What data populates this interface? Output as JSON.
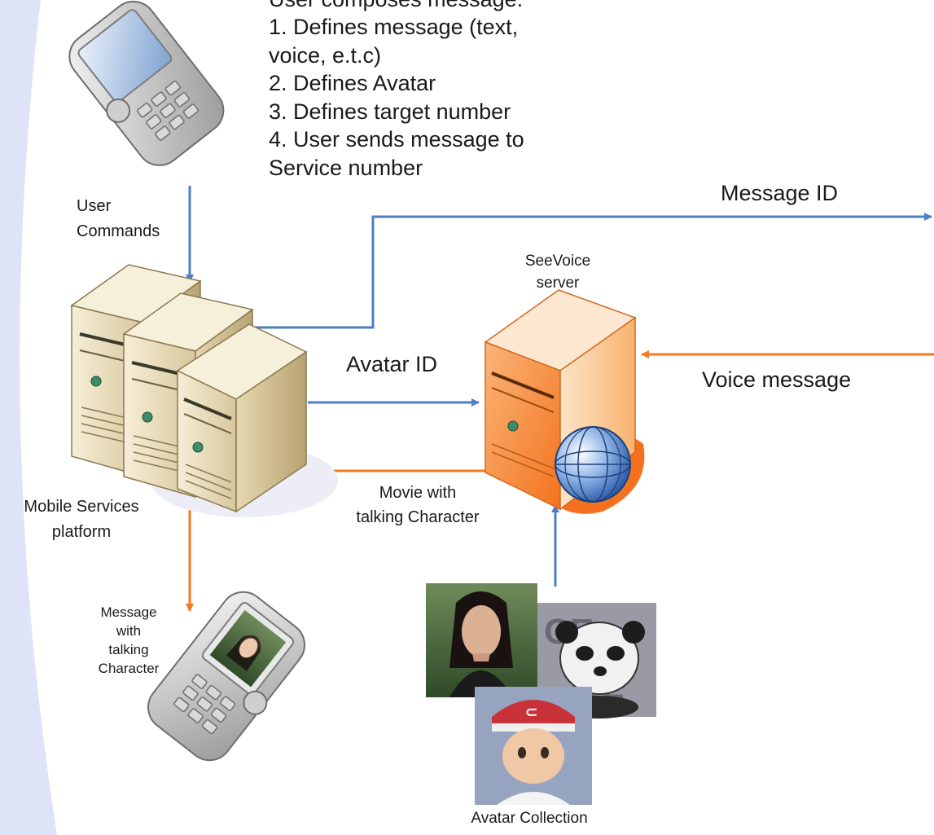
{
  "steps": {
    "line0": "User composes message:",
    "line1": "1. Defines message (text,",
    "line2": "voice, e.t.c)",
    "line3": "2. Defines Avatar",
    "line4": "3. Defines target number",
    "line5": "4. User sends message to",
    "line6": "Service number"
  },
  "labels": {
    "user_commands_1": "User",
    "user_commands_2": "Commands",
    "message_id": "Message ID",
    "seevoice_1": "SeeVoice",
    "seevoice_2": "server",
    "avatar_id": "Avatar ID",
    "voice_message": "Voice message",
    "platform_1": "Mobile Services",
    "platform_2": "platform",
    "movie_1": "Movie with",
    "movie_2": "talking Character",
    "msg_1": "Message",
    "msg_2": "with",
    "msg_3": "talking",
    "msg_4": "Character",
    "avatar_collection": "Avatar Collection"
  },
  "colors": {
    "background_arc": "#dfe3f7",
    "blue_arrow": "#4f7ec1",
    "orange_arrow": "#f47a20",
    "server_beige": "#efe3c2",
    "seevoice_orange": "#f9872e"
  },
  "icons": {
    "top_phone": "flip-phone-icon",
    "bottom_phone": "flip-phone-with-avatar-icon",
    "platform": "server-rack-icon",
    "seevoice": "server-tower-icon",
    "globe": "globe-icon"
  }
}
